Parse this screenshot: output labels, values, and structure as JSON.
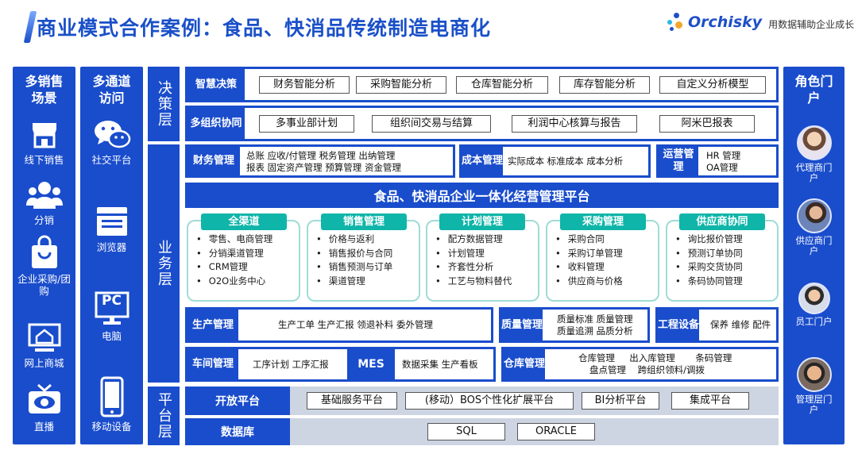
{
  "title": "商业模式合作案例：食品、快消品传统制造电商化",
  "logo": {
    "name": "Orchisky",
    "slogan": "用数据辅助企业成长"
  },
  "left1": {
    "head": "多销售场景",
    "items": [
      "线下销售",
      "分销",
      "企业采购/团购",
      "网上商城",
      "直播"
    ],
    "icons": [
      "storefront-icon",
      "people-icon",
      "shopping-bag-icon",
      "home-monitor-icon",
      "tv-eye-icon"
    ]
  },
  "left2": {
    "head": "多通道访问",
    "items": [
      "社交平台",
      "浏览器",
      "电脑",
      "移动设备"
    ],
    "icons": [
      "wechat-icon",
      "browser-icon",
      "pc-icon",
      "mobile-icon"
    ],
    "pc_text": "PC"
  },
  "right": {
    "head": "角色门户",
    "items": [
      "代理商门户",
      "供应商门户",
      "员工门户",
      "管理层门户"
    ]
  },
  "layers": {
    "decision": "决策层",
    "business": "业务层",
    "platform": "平台层"
  },
  "decision": {
    "row1": {
      "label": "智慧决策",
      "chips": [
        "财务智能分析",
        "采购智能分析",
        "仓库智能分析",
        "库存智能分析",
        "自定义分析模型"
      ]
    },
    "row2": {
      "label": "多组织协同",
      "chips": [
        "多事业部计划",
        "组织间交易与结算",
        "利润中心核算与报告",
        "阿米巴报表"
      ]
    }
  },
  "finance": {
    "label": "财务管理",
    "line1": "总账  应收/付管理  税务管理  出纳管理",
    "line2": "报表  固定资产管理  预算管理  资金管理"
  },
  "cost": {
    "label": "成本管理",
    "text": "实际成本  标准成本  成本分析"
  },
  "ops": {
    "label": "运营管理",
    "line1": "HR 管理",
    "line2": "OA管理"
  },
  "platform_title": "食品、快消品企业一体化经营管理平台",
  "cards": [
    {
      "head": "全渠道",
      "items": [
        "零售、电商管理",
        "分销渠道管理",
        "CRM管理",
        "O2O业务中心"
      ]
    },
    {
      "head": "销售管理",
      "items": [
        "价格与返利",
        "销售报价与合同",
        "销售预测与订单",
        "渠道管理"
      ]
    },
    {
      "head": "计划管理",
      "items": [
        "配方数据管理",
        "计划管理",
        "齐套性分析",
        "工艺与物料替代"
      ]
    },
    {
      "head": "采购管理",
      "items": [
        "采购合同",
        "采购订单管理",
        "收料管理",
        "供应商与价格"
      ]
    },
    {
      "head": "供应商协同",
      "items": [
        "询比报价管理",
        "预测订单协同",
        "采购交货协同",
        "条码协同管理"
      ]
    }
  ],
  "production": {
    "label": "生产管理",
    "text": "生产工单  生产汇报  领退补料  委外管理"
  },
  "quality": {
    "label": "质量管理",
    "line1": "质量标准  质量管理",
    "line2": "质量追溯  品质分析"
  },
  "engineering": {
    "label": "工程设备",
    "text": "保养  维修  配件"
  },
  "workshop": {
    "label": "车间管理",
    "text": "工序计划  工序汇报"
  },
  "mes": {
    "label": "MES",
    "text": "数据采集  生产看板"
  },
  "warehouse": {
    "label": "仓库管理",
    "line1": "仓库管理     出入库管理       条码管理",
    "line2": "盘点管理    跨组织领料/调拨"
  },
  "open_platform": {
    "label": "开放平台",
    "chips": [
      "基础服务平台",
      "(移动）BOS个性化扩展平台",
      "BI分析平台",
      "集成平台"
    ]
  },
  "database": {
    "label": "数据库",
    "chips": [
      "SQL",
      "ORACLE"
    ]
  },
  "colors": {
    "primary": "#1a4dcc",
    "teal": "#0fb5a8",
    "grey": "#cdd4e2"
  }
}
